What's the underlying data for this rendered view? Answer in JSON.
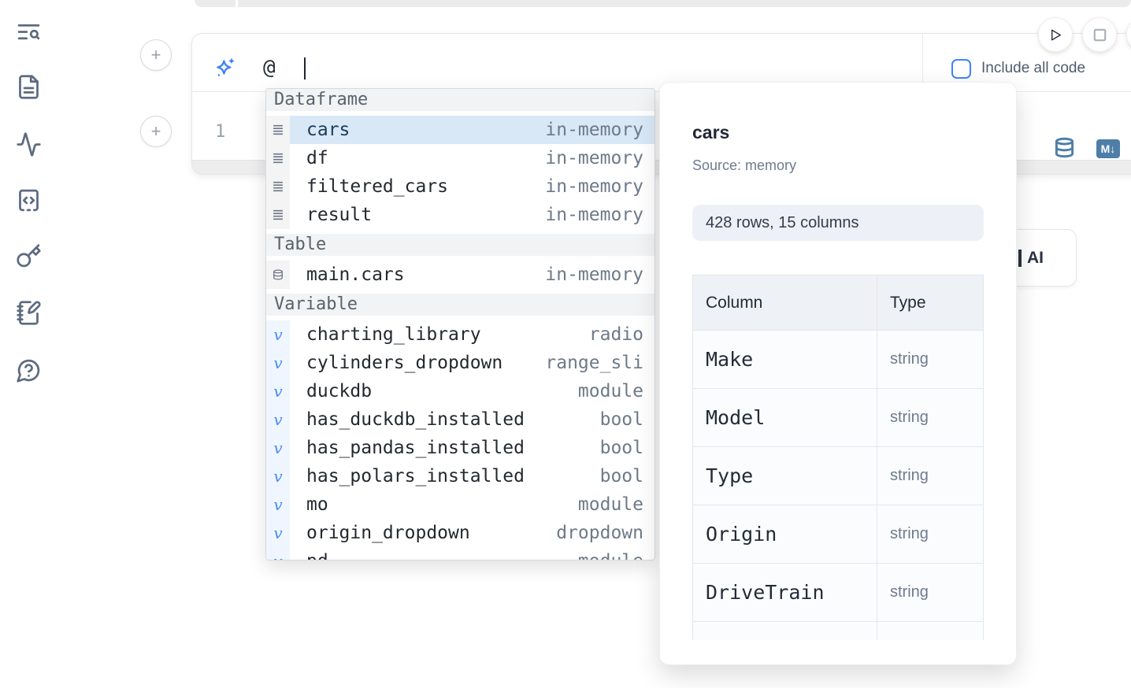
{
  "colors": {
    "accent_blue": "#3c82f6",
    "steel_blue": "#4e7ea8",
    "selection_bg": "#d9e8f7",
    "selected_text": "#1c3a5c"
  },
  "sidebar": {
    "icons": [
      "text-search-icon",
      "file-text-icon",
      "activity-icon",
      "code-square-icon",
      "key-icon",
      "notebook-pen-icon",
      "help-chat-icon"
    ]
  },
  "run_controls": {
    "run_button_icon": "play-icon",
    "stop_button_icon": "square-icon"
  },
  "add_cell": {
    "top_label": "+",
    "bottom_label": "+"
  },
  "prompt": {
    "ai_icon": "sparkles-icon",
    "value": "@",
    "include_all_code": {
      "label": "Include all code",
      "checked": false
    }
  },
  "cell": {
    "line_number": "1",
    "actions": {
      "database_icon": "database-icon",
      "markdown_badge": "M↓"
    }
  },
  "autocomplete": {
    "sections": [
      {
        "label": "Dataframe",
        "items": [
          {
            "icon": "dataframe-icon",
            "name": "cars",
            "type": "in-memory",
            "selected": true
          },
          {
            "icon": "dataframe-icon",
            "name": "df",
            "type": "in-memory"
          },
          {
            "icon": "dataframe-icon",
            "name": "filtered_cars",
            "type": "in-memory"
          },
          {
            "icon": "dataframe-icon",
            "name": "result",
            "type": "in-memory"
          }
        ]
      },
      {
        "label": "Table",
        "items": [
          {
            "icon": "database-icon",
            "name": "main.cars",
            "type": "in-memory"
          }
        ]
      },
      {
        "label": "Variable",
        "items": [
          {
            "icon": "variable-icon",
            "name": "charting_library",
            "type": "radio"
          },
          {
            "icon": "variable-icon",
            "name": "cylinders_dropdown",
            "type": "range_sli"
          },
          {
            "icon": "variable-icon",
            "name": "duckdb",
            "type": "module"
          },
          {
            "icon": "variable-icon",
            "name": "has_duckdb_installed",
            "type": "bool"
          },
          {
            "icon": "variable-icon",
            "name": "has_pandas_installed",
            "type": "bool"
          },
          {
            "icon": "variable-icon",
            "name": "has_polars_installed",
            "type": "bool"
          },
          {
            "icon": "variable-icon",
            "name": "mo",
            "type": "module"
          },
          {
            "icon": "variable-icon",
            "name": "origin_dropdown",
            "type": "dropdown"
          },
          {
            "icon": "variable-icon",
            "name": "pd",
            "type": "module",
            "partially_visible": true
          }
        ]
      }
    ]
  },
  "preview": {
    "title": "cars",
    "source": "Source: memory",
    "shape": "428 rows, 15 columns",
    "table": {
      "headers": [
        "Column",
        "Type"
      ],
      "rows": [
        [
          "Make",
          "string"
        ],
        [
          "Model",
          "string"
        ],
        [
          "Type",
          "string"
        ],
        [
          "Origin",
          "string"
        ],
        [
          "DriveTrain",
          "string"
        ],
        [
          "",
          ""
        ]
      ]
    }
  },
  "ai_button": {
    "visible_label": "AI"
  }
}
